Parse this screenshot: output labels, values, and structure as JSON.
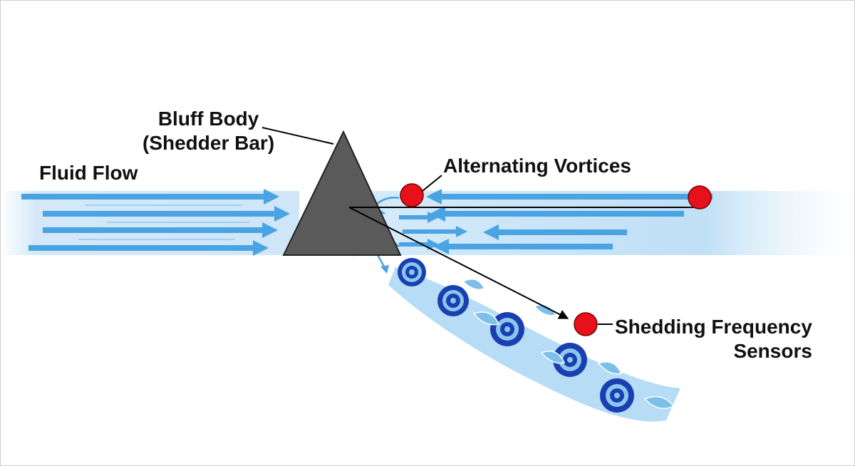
{
  "labels": {
    "fluid_flow": "Fluid Flow",
    "bluff_body_line1": "Bluff Body",
    "bluff_body_line2": "(Shedder Bar)",
    "alternating_vortices": "Alternating Vortices",
    "sensors_line1": "Shedding Frequency",
    "sensors_line2": "Sensors"
  },
  "colors": {
    "flow_blue": "#4aa3e3",
    "band_blue": "#cfe6f8",
    "vortex_dark": "#1a3fb0",
    "vortex_light": "#8cc6ee",
    "body_gray": "#5a5a5a",
    "sensor_red": "#e8101a",
    "line": "#000000"
  }
}
